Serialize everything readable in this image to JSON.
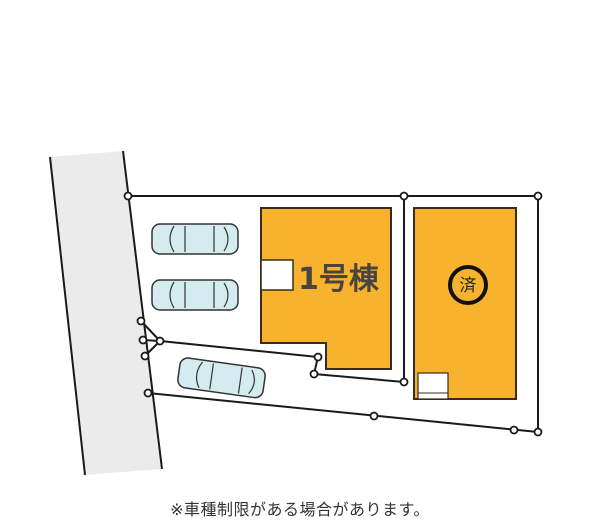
{
  "buildings": [
    {
      "id": "building-1",
      "label": "1号棟",
      "color": "#F7B32E",
      "status": "available"
    },
    {
      "id": "building-2",
      "label": "済",
      "color": "#F7B32E",
      "status": "sold"
    }
  ],
  "road": {
    "color": "#EBEBEB"
  },
  "parking": {
    "count": 3,
    "car_color": "#D4ECEF"
  },
  "footnote": "※車種制限がある場合があります。",
  "colors": {
    "building": "#F7B32E",
    "outline": "#2b2420",
    "road": "#EBEBEB",
    "car": "#D4ECEF"
  }
}
